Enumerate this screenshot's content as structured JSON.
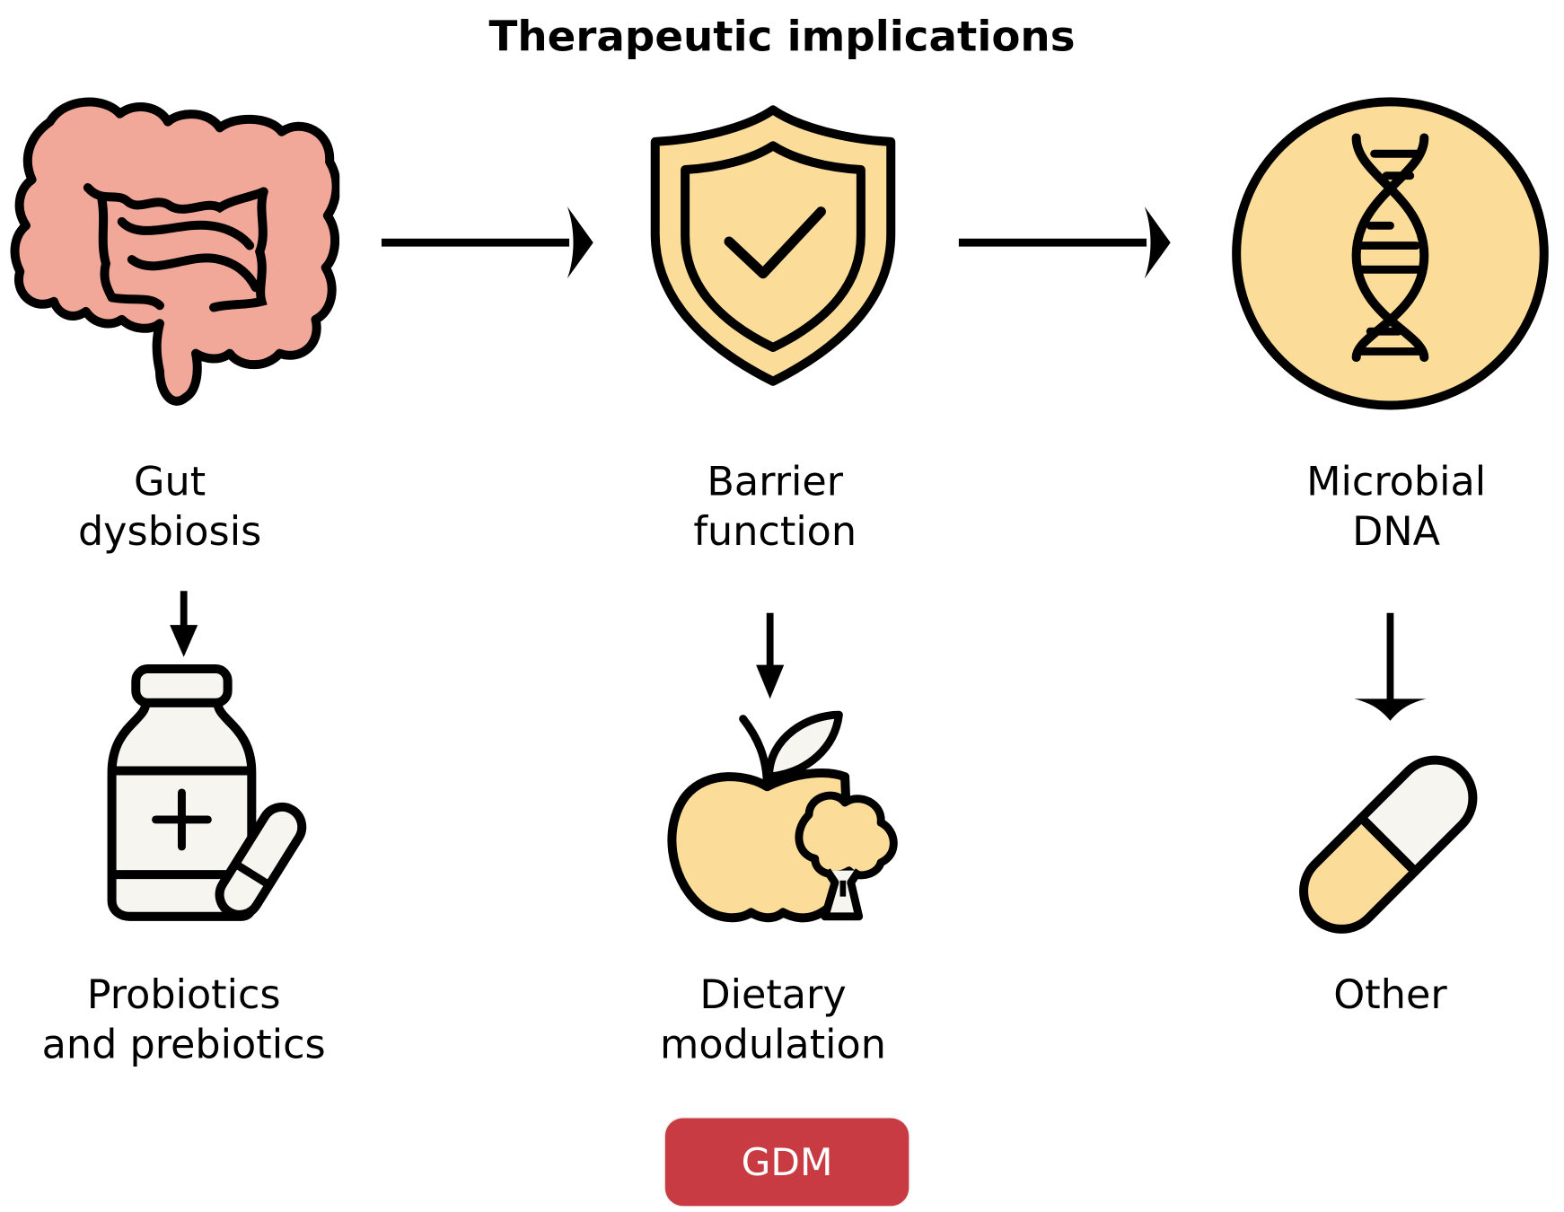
{
  "title": "Therapeutic implications",
  "colors": {
    "intestine_fill": "#f2a898",
    "icon_yellow": "#fbdc98",
    "icon_offwhite": "#f7f5ef",
    "outline": "#000000",
    "gdm_fill": "#c93b42",
    "gdm_text": "#ffffff"
  },
  "top_row": [
    {
      "id": "gut",
      "icon": "intestine-icon",
      "label_line1": "Gut",
      "label_line2": "dysbiosis"
    },
    {
      "id": "barrier",
      "icon": "shield-check-icon",
      "label_line1": "Barrier",
      "label_line2": "function"
    },
    {
      "id": "dna",
      "icon": "dna-icon",
      "label_line1": "Microbial",
      "label_line2": "DNA"
    }
  ],
  "bottom_row": [
    {
      "id": "probiotics",
      "icon": "medicine-bottle-icon",
      "label_line1": "Probiotics",
      "label_line2": "and prebiotics"
    },
    {
      "id": "dietary",
      "icon": "apple-broccoli-icon",
      "label_line1": "Dietary",
      "label_line2": "modulation"
    },
    {
      "id": "other",
      "icon": "capsule-icon",
      "label_line1": "Other",
      "label_line2": ""
    }
  ],
  "flow": [
    {
      "from": "Gut dysbiosis",
      "to": "Barrier function"
    },
    {
      "from": "Barrier function",
      "to": "Microbial DNA"
    },
    {
      "from": "Gut dysbiosis",
      "to": "Probiotics and prebiotics"
    },
    {
      "from": "Barrier function",
      "to": "Dietary modulation"
    },
    {
      "from": "Microbial DNA",
      "to": "Other"
    }
  ],
  "badge": {
    "label": "GDM"
  }
}
